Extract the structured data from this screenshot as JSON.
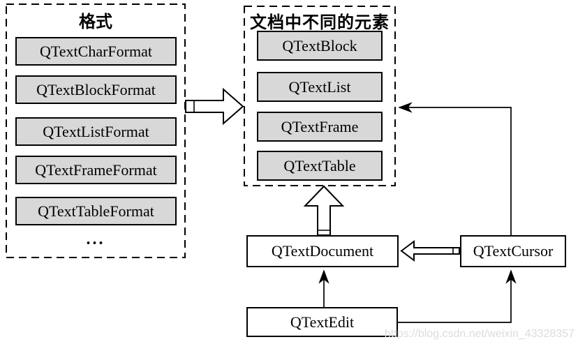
{
  "format_panel": {
    "title": "格式",
    "items": [
      "QTextCharFormat",
      "QTextBlockFormat",
      "QTextListFormat",
      "QTextFrameFormat",
      "QTextTableFormat"
    ],
    "more_indicator": "..."
  },
  "elements_panel": {
    "title": "文档中不同的元素",
    "items": [
      "QTextBlock",
      "QTextList",
      "QTextFrame",
      "QTextTable"
    ]
  },
  "nodes": {
    "document_label": "QTextDocument",
    "cursor_label": "QTextCursor",
    "edit_label": "QTextEdit"
  },
  "watermark": "https://blog.csdn.net/weixin_43328357",
  "colors": {
    "item_fill": "#d8d8d8",
    "line": "#000000",
    "background": "#ffffff",
    "watermark_text": "#dcdcdc"
  }
}
